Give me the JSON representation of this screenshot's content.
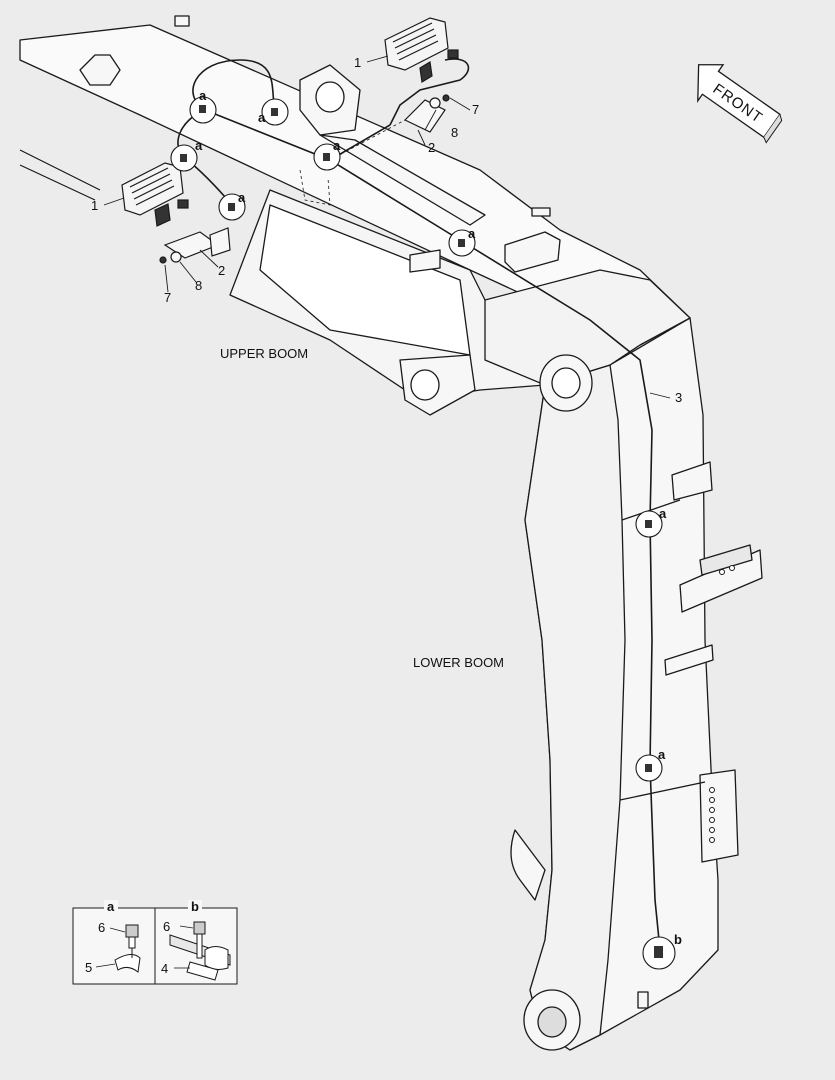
{
  "labels": {
    "upper_boom": "UPPER BOOM",
    "lower_boom": "LOWER BOOM",
    "front": "FRONT"
  },
  "callouts": {
    "work_lamp": "1",
    "bracket": "2",
    "harness": "3",
    "clip_b": "4",
    "clip_a": "5",
    "bolt_detail": "6",
    "bolt": "7",
    "washer": "8"
  },
  "detail_markers": {
    "a": "a",
    "b": "b"
  },
  "detail_boxes": {
    "a_title": "a",
    "b_title": "b"
  },
  "colors": {
    "background": "#ececec",
    "outline": "#1a1a1a",
    "fill": "#f7f7f7"
  }
}
